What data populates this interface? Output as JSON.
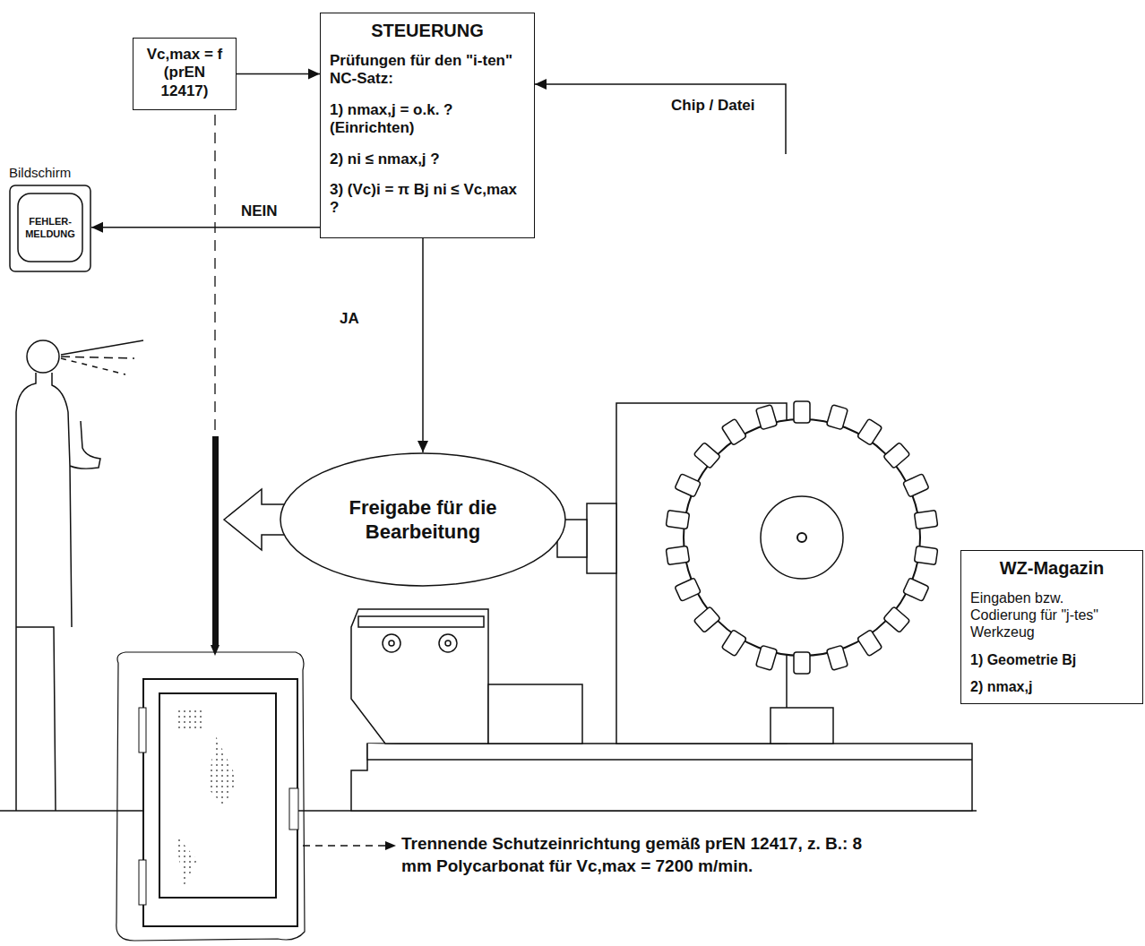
{
  "diagram": {
    "nodes": [
      {
        "text": [
          "Vc,max = f (prEN 12417)"
        ]
      },
      {
        "text": [
          "STEUERUNG",
          "Prüfungen für den \"i-ten\" NC-Satz:",
          "1) nmax,j = o.k. ? (Einrichten)",
          "2) ni ≤ nmax,j ?",
          "3) (Vc)i = π Bj ni ≤ Vc,max ?"
        ]
      },
      {
        "text": [
          "Bildschirm",
          "FEHLER- MELDUNG"
        ]
      },
      {
        "text": [
          "Freigabe für die Bearbeitung"
        ]
      },
      {
        "text": [
          "WZ-Magazin",
          "Eingaben bzw. Codierung für \"j-tes\" Werkzeug",
          "1) Geometrie Bj",
          "2) nmax,j"
        ]
      }
    ],
    "edges": [
      {
        "from": 0,
        "to": 1,
        "arrow": "to"
      },
      {
        "from": 1,
        "to": 2,
        "label": "NEIN",
        "arrow": "to"
      },
      {
        "from": 1,
        "to": 3,
        "label": "JA",
        "arrow": "to"
      },
      {
        "from": 4,
        "to": 1,
        "label": "Chip / Datei",
        "arrow": "to"
      }
    ],
    "labels": [
      "Trennende Schutzeinrichtung gemäß prEN 12417, z. B.: 8 mm Polycarbonat für Vc,max = 7200 m/min."
    ]
  }
}
